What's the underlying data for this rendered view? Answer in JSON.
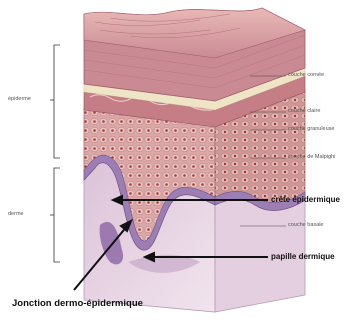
{
  "regions": {
    "epidermis": "épiderme",
    "dermis": "derme"
  },
  "layers": {
    "corneum": "couche cornée",
    "lucidum": "couche claire",
    "granulosum": "couche granuleuse",
    "spinosum": "couche de Malpighi",
    "basale": "couche basale"
  },
  "structures": {
    "ridge": "crête épidermique",
    "papilla": "papille dermique",
    "junction": "Jonction dermo-épidermique"
  },
  "colors": {
    "corneum": "#c98a94",
    "lucidum": "#efe4c6",
    "granulosum": "#c57e86",
    "spinosum": "#d7a6a4",
    "cell_nucleus": "#b13a3a",
    "basale": "#9c7eb4",
    "dermis": "#ead7e6"
  }
}
